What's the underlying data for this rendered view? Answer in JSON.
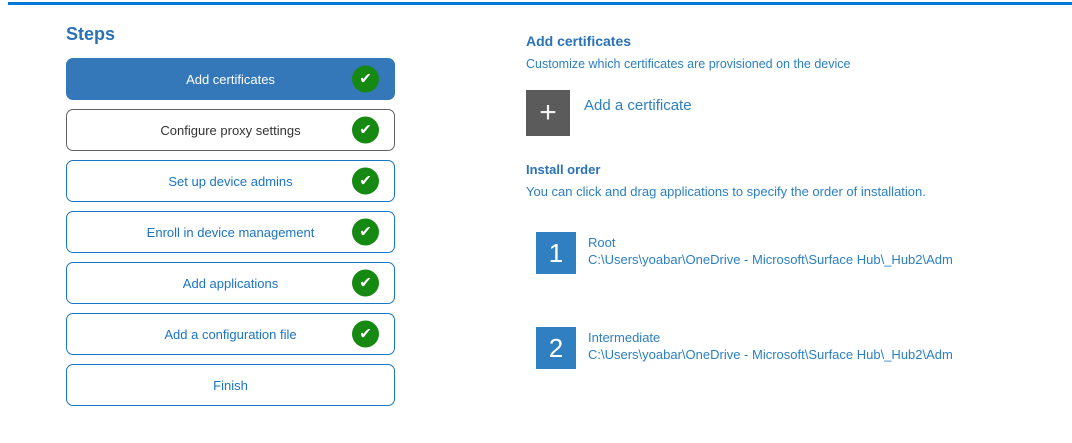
{
  "colors": {
    "accent": "#0078D7",
    "active_step_bg": "#3578B9",
    "step_border_blue": "#1878C8",
    "success_green": "#168912",
    "tile_blue": "#2F7FC1",
    "plus_button_gray": "#5B5B5B"
  },
  "icons": {
    "check": "✔",
    "plus": "+"
  },
  "steps_panel": {
    "title": "Steps",
    "items": [
      {
        "label": "Add certificates",
        "state": "active",
        "completed": true
      },
      {
        "label": "Configure proxy settings",
        "state": "neutral",
        "completed": true
      },
      {
        "label": "Set up device admins",
        "state": "outline",
        "completed": true
      },
      {
        "label": "Enroll in device management",
        "state": "outline",
        "completed": true
      },
      {
        "label": "Add applications",
        "state": "outline",
        "completed": true
      },
      {
        "label": "Add a configuration file",
        "state": "outline",
        "completed": true
      },
      {
        "label": "Finish",
        "state": "outline",
        "completed": false
      }
    ]
  },
  "content": {
    "heading": "Add certificates",
    "description": "Customize which certificates are provisioned on the device",
    "add_certificate_label": "Add a certificate",
    "install_order": {
      "heading": "Install order",
      "description": "You can click and drag applications to specify the order of installation.",
      "items": [
        {
          "number": "1",
          "name": "Root",
          "path": "C:\\Users\\yoabar\\OneDrive - Microsoft\\Surface Hub\\_Hub2\\Adm"
        },
        {
          "number": "2",
          "name": "Intermediate",
          "path": "C:\\Users\\yoabar\\OneDrive - Microsoft\\Surface Hub\\_Hub2\\Adm"
        }
      ]
    }
  }
}
